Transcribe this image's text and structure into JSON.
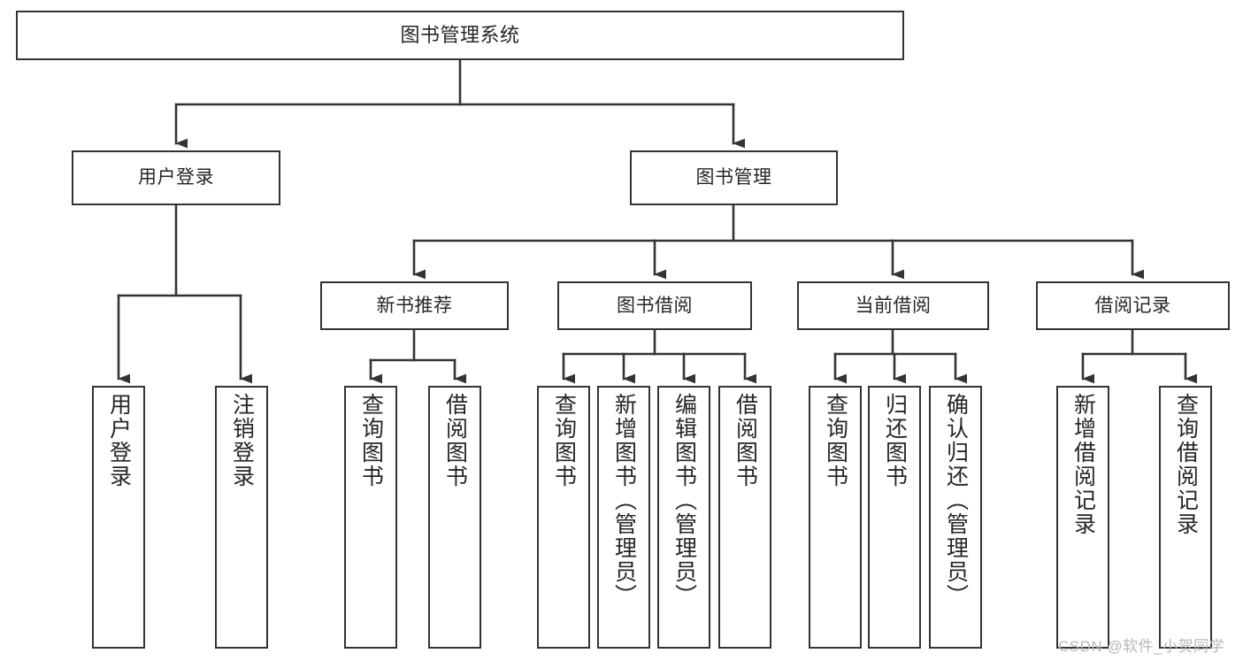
{
  "diagram": {
    "title": "图书管理系统",
    "type": "tree-hierarchy",
    "orientation": "top-down",
    "colors": {
      "box_border": "#343434",
      "box_fill": "#ffffff",
      "line": "#343434",
      "text": "#262626",
      "watermark": "#b8b8b8",
      "background": "#ffffff"
    }
  },
  "nodes": {
    "root": {
      "label": "图书管理系统"
    },
    "level2": [
      {
        "id": "user-login",
        "label": "用户登录"
      },
      {
        "id": "book-manage",
        "label": "图书管理"
      }
    ],
    "level3": [
      {
        "id": "new-book-recommend",
        "label": "新书推荐"
      },
      {
        "id": "book-borrow",
        "label": "图书借阅"
      },
      {
        "id": "current-borrow",
        "label": "当前借阅"
      },
      {
        "id": "borrow-record",
        "label": "借阅记录"
      }
    ],
    "leaves": {
      "user-login": [
        {
          "id": "leaf-user-login",
          "label": "用户登录"
        },
        {
          "id": "leaf-logout-login",
          "label": "注销登录"
        }
      ],
      "new-book-recommend": [
        {
          "id": "leaf-query-book-1",
          "label": "查询图书"
        },
        {
          "id": "leaf-borrow-book-1",
          "label": "借阅图书"
        }
      ],
      "book-borrow": [
        {
          "id": "leaf-query-book-2",
          "label": "查询图书"
        },
        {
          "id": "leaf-add-book-admin",
          "label": "新增图书（管理员）"
        },
        {
          "id": "leaf-edit-book-admin",
          "label": "编辑图书（管理员）"
        },
        {
          "id": "leaf-borrow-book-2",
          "label": "借阅图书"
        }
      ],
      "current-borrow": [
        {
          "id": "leaf-query-book-3",
          "label": "查询图书"
        },
        {
          "id": "leaf-return-book",
          "label": "归还图书"
        },
        {
          "id": "leaf-confirm-return-admin",
          "label": "确认归还（管理员）"
        }
      ],
      "borrow-record": [
        {
          "id": "leaf-add-borrow-record",
          "label": "新增借阅记录"
        },
        {
          "id": "leaf-query-borrow-record",
          "label": "查询借阅记录"
        }
      ]
    }
  },
  "watermark": {
    "text": "CSDN @软件_小贺同学"
  }
}
